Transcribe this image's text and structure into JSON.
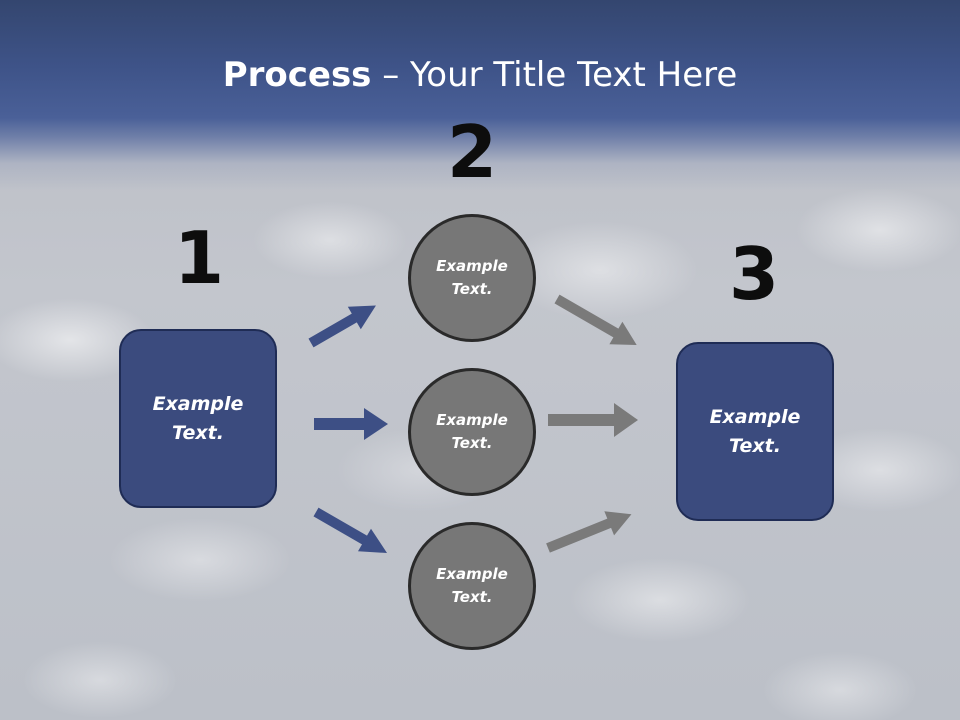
{
  "slide": {
    "title_bold": "Process",
    "title_rest": " – Your Title Text Here"
  },
  "steps": [
    {
      "number": "1"
    },
    {
      "number": "2"
    },
    {
      "number": "3"
    }
  ],
  "left_box": {
    "text": "Example Text."
  },
  "circles": [
    {
      "text": "Example Text."
    },
    {
      "text": "Example Text."
    },
    {
      "text": "Example Text."
    }
  ],
  "right_box": {
    "text": "Example Text."
  },
  "colors": {
    "header_blue": "#3e5388",
    "box_blue": "#3b4b7e",
    "arrow_blue": "#3d4f85",
    "circle_gray": "#777777",
    "arrow_gray": "#7a7a7a"
  }
}
